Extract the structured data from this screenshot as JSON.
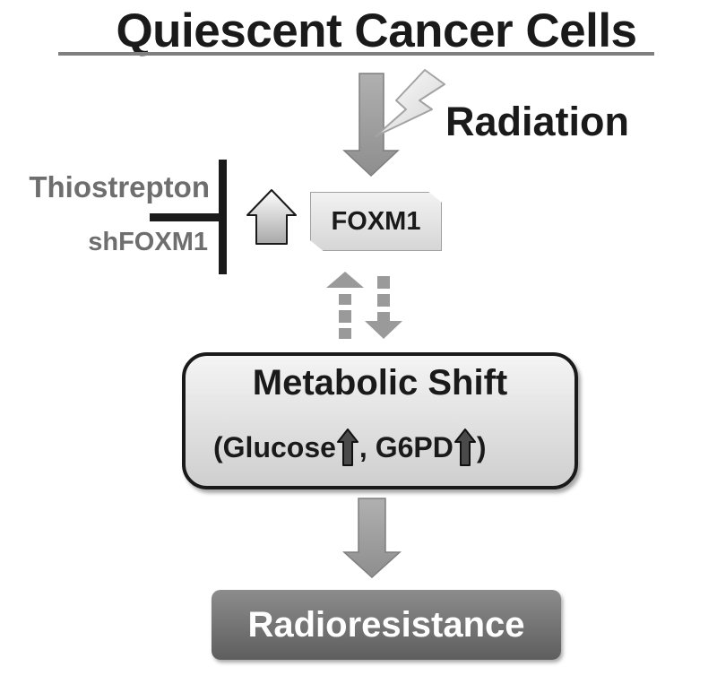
{
  "title": "Quiescent Cancer Cells",
  "radiation": "Radiation",
  "inhibitors": {
    "drug": "Thiostrepton",
    "knockdown": "shFOXM1"
  },
  "foxm1": "FOXM1",
  "metabolic": {
    "title": "Metabolic Shift",
    "open_paren": "(",
    "glucose": "Glucose",
    "comma": ", ",
    "g6pd": "G6PD",
    "close_paren": ")"
  },
  "outcome": "Radioresistance",
  "colors": {
    "arrow_gray": "#9a9a9a",
    "dark_text": "#1a1a1a",
    "inhibitor_text": "#6e6e6e",
    "outcome_fill": "#6e6e6e"
  },
  "icons": [
    "down-arrow-icon",
    "lightning-icon",
    "inhibition-icon",
    "up-arrow-icon",
    "bidirectional-arrow-icon"
  ]
}
